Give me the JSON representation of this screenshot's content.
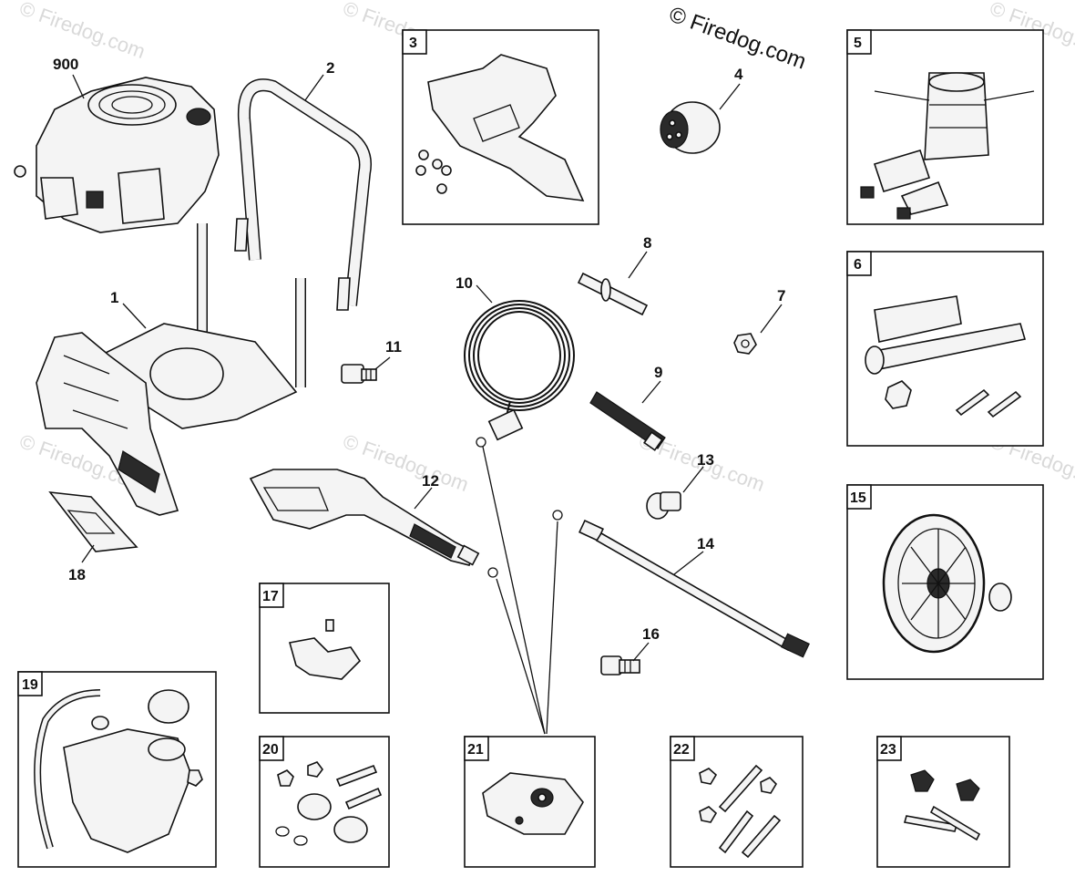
{
  "copyright": "© Firedog.com",
  "watermark": "© Firedog.com",
  "callouts": {
    "c900": "900",
    "c1": "1",
    "c2": "2",
    "c4": "4",
    "c7": "7",
    "c8": "8",
    "c9": "9",
    "c10": "10",
    "c11": "11",
    "c12": "12",
    "c13": "13",
    "c14": "14",
    "c16": "16",
    "c18": "18"
  },
  "boxes": {
    "b3": "3",
    "b5": "5",
    "b6": "6",
    "b15": "15",
    "b17": "17",
    "b19": "19",
    "b20": "20",
    "b21": "21",
    "b22": "22",
    "b23": "23"
  }
}
